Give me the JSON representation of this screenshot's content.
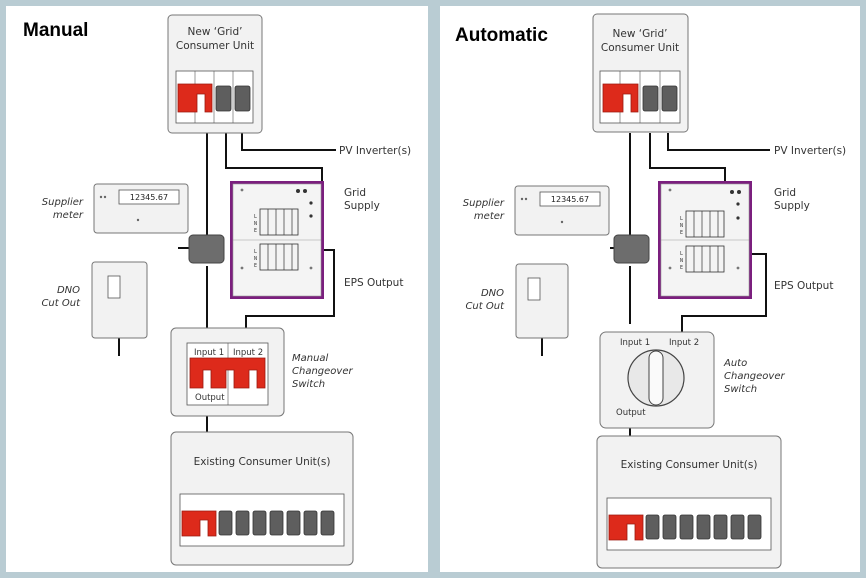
{
  "manual": {
    "title": "Manual",
    "grid_cu_line1": "New ‘Grid’",
    "grid_cu_line2": "Consumer Unit",
    "pv": "PV Inverter(s)",
    "grid_supply_line1": "Grid",
    "grid_supply_line2": "Supply",
    "eps": "EPS Output",
    "supplier_line1": "Supplier",
    "supplier_line2": "meter",
    "meter_reading": "12345.67",
    "dno_line1": "DNO",
    "dno_line2": "Cut Out",
    "input1": "Input 1",
    "input2": "Input 2",
    "output": "Output",
    "switch_line1": "Manual",
    "switch_line2": "Changeover",
    "switch_line3": "Switch",
    "existing_cu": "Existing Consumer Unit(s)"
  },
  "automatic": {
    "title": "Automatic",
    "grid_cu_line1": "New ‘Grid’",
    "grid_cu_line2": "Consumer Unit",
    "pv": "PV Inverter(s)",
    "grid_supply_line1": "Grid",
    "grid_supply_line2": "Supply",
    "eps": "EPS Output",
    "supplier_line1": "Supplier",
    "supplier_line2": "meter",
    "meter_reading": "12345.67",
    "dno_line1": "DNO",
    "dno_line2": "Cut Out",
    "input1": "Input 1",
    "input2": "Input 2",
    "output": "Output",
    "switch_line1": "Auto",
    "switch_line2": "Changeover",
    "switch_line3": "Switch",
    "existing_cu": "Existing Consumer Unit(s)"
  },
  "colors": {
    "breaker_on": "#dd2a1b",
    "breaker_off": "#5e5e5e",
    "inverter_frame": "#7b1f7e",
    "background": "#b9ccd3"
  }
}
